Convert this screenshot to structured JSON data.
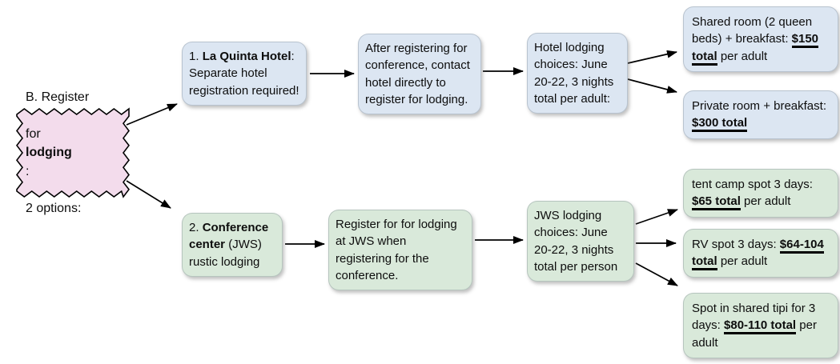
{
  "colors": {
    "root_box_fill": "#f3dcec",
    "hotel_branch_fill": "#dce6f2",
    "jws_branch_fill": "#d9e9da",
    "arrow_color": "#000000"
  },
  "flowchart": {
    "root": {
      "segments": [
        {
          "t": "B. Register"
        },
        {
          "br": true
        },
        {
          "t": "for "
        },
        {
          "t": "lodging",
          "b": true
        },
        {
          "t": ":"
        },
        {
          "br": true
        },
        {
          "t": "2 options:"
        }
      ]
    },
    "hotel": {
      "step1": {
        "segments": [
          {
            "t": "1. "
          },
          {
            "t": "La Quinta Hotel",
            "b": true
          },
          {
            "t": ": Separate hotel registration required!"
          }
        ]
      },
      "step2": {
        "segments": [
          {
            "t": "After registering for conference, contact hotel directly to register for lodging."
          }
        ]
      },
      "step3": {
        "segments": [
          {
            "t": "Hotel lodging choices: June 20-22, 3 nights total per adult:"
          }
        ]
      },
      "options": [
        {
          "segments": [
            {
              "t": "Shared room (2 queen beds) + breakfast: "
            },
            {
              "t": "$150 total",
              "b": true,
              "u": true
            },
            {
              "t": " per adult"
            }
          ]
        },
        {
          "segments": [
            {
              "t": "Private room + breakfast: "
            },
            {
              "t": "$300 total",
              "b": true,
              "u": true
            }
          ]
        }
      ]
    },
    "jws": {
      "step1": {
        "segments": [
          {
            "t": "2. "
          },
          {
            "t": "Conference center",
            "b": true
          },
          {
            "t": " (JWS) rustic lodging"
          }
        ]
      },
      "step2": {
        "segments": [
          {
            "t": "Register for for lodging at JWS when registering for the conference."
          }
        ]
      },
      "step3": {
        "segments": [
          {
            "t": "JWS lodging choices: June 20-22, 3 nights total per person"
          }
        ]
      },
      "options": [
        {
          "segments": [
            {
              "t": "tent camp spot 3 days: "
            },
            {
              "t": "$65 total",
              "b": true,
              "u": true
            },
            {
              "t": " per adult"
            }
          ]
        },
        {
          "segments": [
            {
              "t": "RV spot 3 days: "
            },
            {
              "t": "$64-104 total",
              "b": true,
              "u": true
            },
            {
              "t": " per adult"
            }
          ]
        },
        {
          "segments": [
            {
              "t": "Spot in shared tipi for 3 days: "
            },
            {
              "t": "$80-110 total",
              "b": true,
              "u": true
            },
            {
              "t": " per adult"
            }
          ]
        }
      ]
    }
  }
}
